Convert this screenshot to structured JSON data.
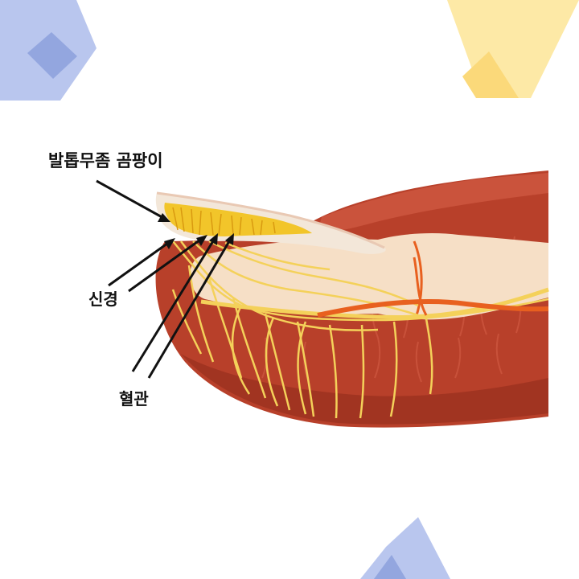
{
  "labels": {
    "fungus": "발톱무좀 곰팡이",
    "nerve": "신경",
    "vessel": "혈관"
  },
  "colors": {
    "corner_blue": "#b9c6ee",
    "corner_blue_dark": "#93a6df",
    "corner_yellow": "#fde9a6",
    "corner_yellow_dark": "#fbd97a",
    "flesh": "#b8402a",
    "flesh_dark": "#8e2a1a",
    "flesh_light": "#d9624a",
    "bone": "#f6dfc6",
    "nail": "#f3e7d9",
    "nail_edge": "#e9c9b4",
    "fungus": "#f2c52a",
    "nerve": "#f4d15a",
    "artery": "#e8601f",
    "arrow": "#111111"
  },
  "icons": [
    "toe-cross-section-illustration",
    "pointer-arrow"
  ]
}
